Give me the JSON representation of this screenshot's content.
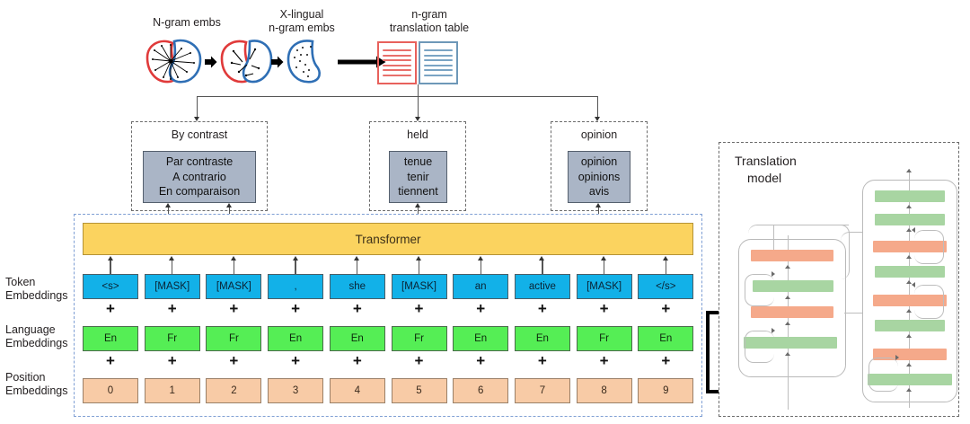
{
  "top": {
    "captions": {
      "ngram_embs": "N-gram embs",
      "xlingual_ngram_embs": "X-lingual\nn-gram embs",
      "translation_table": "n-gram\ntranslation table"
    },
    "xlingual_line1": "X-lingual",
    "xlingual_line2": "n-gram embs",
    "table_line1": "n-gram",
    "table_line2": "translation table"
  },
  "word_groups": [
    {
      "source": "By contrast",
      "candidates": [
        "Par contraste",
        "A contrario",
        "En comparaison"
      ]
    },
    {
      "source": "held",
      "candidates": [
        "tenue",
        "tenir",
        "tiennent"
      ]
    },
    {
      "source": "opinion",
      "candidates": [
        "opinion",
        "opinions",
        "avis"
      ]
    }
  ],
  "encoder": {
    "transformer_label": "Transformer",
    "row_labels": {
      "token": "Token\nEmbeddings",
      "language": "Language\nEmbeddings",
      "position": "Position\nEmbeddings"
    },
    "token_label_l1": "Token",
    "token_label_l2": "Embeddings",
    "language_label_l1": "Language",
    "language_label_l2": "Embeddings",
    "position_label_l1": "Position",
    "position_label_l2": "Embeddings",
    "plus_symbol": "+",
    "tokens": [
      "<s>",
      "[MASK]",
      "[MASK]",
      ",",
      "she",
      "[MASK]",
      "an",
      "active",
      "[MASK]",
      "</s>"
    ],
    "languages": [
      "En",
      "Fr",
      "Fr",
      "En",
      "En",
      "Fr",
      "En",
      "En",
      "Fr",
      "En"
    ],
    "positions": [
      "0",
      "1",
      "2",
      "3",
      "4",
      "5",
      "6",
      "7",
      "8",
      "9"
    ]
  },
  "translation_model": {
    "title_line1": "Translation",
    "title_line2": "model",
    "encoder_bars": [
      "orange",
      "green",
      "orange",
      "green"
    ],
    "decoder_bars": [
      "green",
      "green",
      "orange",
      "green",
      "orange",
      "green",
      "orange",
      "green"
    ]
  },
  "colors": {
    "token_box": "#12b1e8",
    "language_box": "#55ee55",
    "position_box": "#f8cba6",
    "transformer": "#fbd35f",
    "candidate_box": "#aab5c6",
    "tm_green": "#a8d5a2",
    "tm_orange": "#f5a98a",
    "table_red": "#e8615c",
    "table_blue": "#6e98b8",
    "panel_dashed_blue": "#7f9fd4"
  }
}
